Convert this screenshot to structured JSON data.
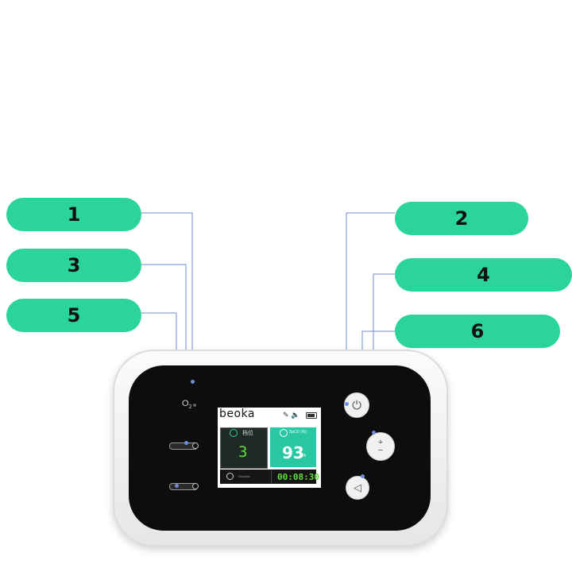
{
  "callouts": {
    "c1": "1",
    "c2": "2",
    "c3": "3",
    "c4": "4",
    "c5": "5",
    "c6": "6"
  },
  "device": {
    "o2_label": "O",
    "o2_sub": "2",
    "brand": "beoka",
    "status_icons": "✎ 🔈",
    "gear_label": "档位",
    "gear_value": "3",
    "spo2_label": "SpO2 (%)",
    "spo2_value": "93",
    "spo2_unit": "%",
    "bar_label": "Duration",
    "timer": "00:08:30"
  },
  "icons": {
    "power": "power-icon",
    "plus_minus": "plus-minus-icon",
    "sound": "sound-icon"
  },
  "colors": {
    "callout": "#2bd498",
    "leader_line": "#6c8fd6",
    "spo2_panel": "#27c8a3",
    "digit_green": "#5fdf3a"
  }
}
